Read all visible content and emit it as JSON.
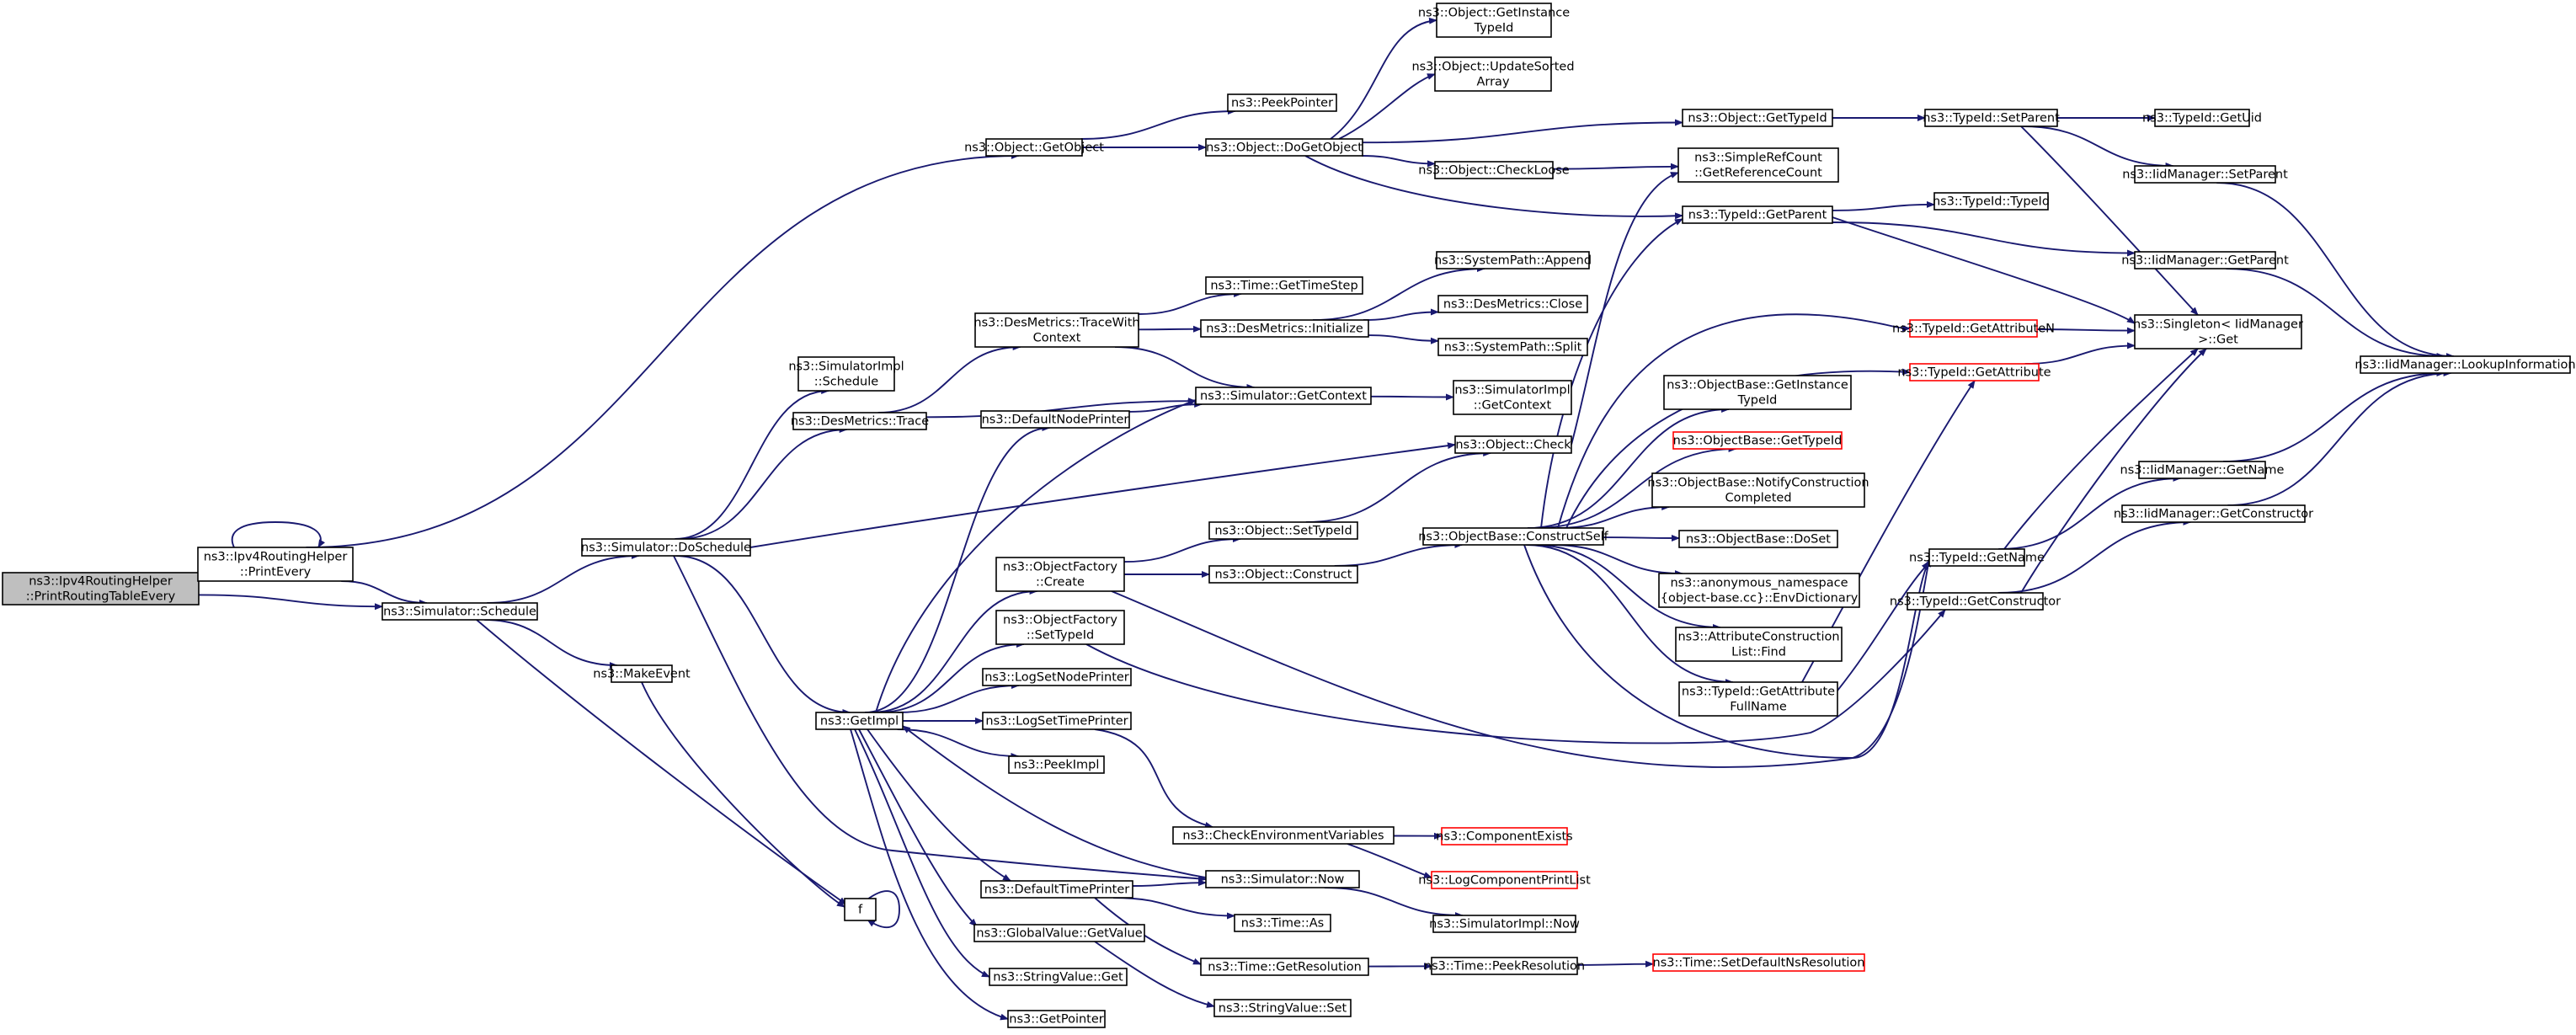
{
  "colors": {
    "edge": "#191970",
    "node_border": "#000000",
    "node_border_truncated": "#ff0000",
    "node_fill": "#ffffff",
    "root_fill": "#bfbfbf"
  },
  "nodes": {
    "n0": {
      "lines": [
        "ns3::Ipv4RoutingHelper",
        "::PrintRoutingTableEvery"
      ],
      "root": true
    },
    "n1": {
      "lines": [
        "ns3::Ipv4RoutingHelper",
        "::PrintEvery"
      ]
    },
    "n2": {
      "lines": [
        "ns3::Simulator::Schedule"
      ]
    },
    "n3": {
      "lines": [
        "ns3::Object::GetObject"
      ]
    },
    "n4": {
      "lines": [
        "ns3::Simulator::DoSchedule"
      ]
    },
    "n5": {
      "lines": [
        "ns3::MakeEvent"
      ]
    },
    "n6": {
      "lines": [
        "f"
      ]
    },
    "n7": {
      "lines": [
        "ns3::SimulatorImpl",
        "::Schedule"
      ]
    },
    "n8": {
      "lines": [
        "ns3::DesMetrics::Trace"
      ]
    },
    "n9": {
      "lines": [
        "ns3::GetImpl"
      ]
    },
    "n10": {
      "lines": [
        "ns3::PeekPointer"
      ]
    },
    "n11": {
      "lines": [
        "ns3::Object::DoGetObject"
      ]
    },
    "n12": {
      "lines": [
        "ns3::DesMetrics::TraceWith",
        "Context"
      ]
    },
    "n13": {
      "lines": [
        "ns3::DefaultNodePrinter"
      ]
    },
    "n14": {
      "lines": [
        "ns3::ObjectFactory",
        "::Create"
      ]
    },
    "n15": {
      "lines": [
        "ns3::ObjectFactory",
        "::SetTypeId"
      ]
    },
    "n16": {
      "lines": [
        "ns3::LogSetNodePrinter"
      ]
    },
    "n17": {
      "lines": [
        "ns3::LogSetTimePrinter"
      ]
    },
    "n18": {
      "lines": [
        "ns3::PeekImpl"
      ]
    },
    "n19": {
      "lines": [
        "ns3::DefaultTimePrinter"
      ]
    },
    "n20": {
      "lines": [
        "ns3::GlobalValue::GetValue"
      ]
    },
    "n21": {
      "lines": [
        "ns3::StringValue::Get"
      ]
    },
    "n22": {
      "lines": [
        "ns3::GetPointer"
      ]
    },
    "n23": {
      "lines": [
        "ns3::Time::GetTimeStep"
      ]
    },
    "n24": {
      "lines": [
        "ns3::DesMetrics::Initialize"
      ]
    },
    "n25": {
      "lines": [
        "ns3::Simulator::GetContext"
      ]
    },
    "n26": {
      "lines": [
        "ns3::Object::SetTypeId"
      ]
    },
    "n27": {
      "lines": [
        "ns3::Object::Construct"
      ]
    },
    "n28": {
      "lines": [
        "ns3::CheckEnvironmentVariables"
      ]
    },
    "n29": {
      "lines": [
        "ns3::Simulator::Now"
      ]
    },
    "n30": {
      "lines": [
        "ns3::Time::As"
      ]
    },
    "n31": {
      "lines": [
        "ns3::Time::GetResolution"
      ]
    },
    "n32": {
      "lines": [
        "ns3::StringValue::Set"
      ]
    },
    "n33": {
      "lines": [
        "ns3::Object::GetInstance",
        "TypeId"
      ]
    },
    "n34": {
      "lines": [
        "ns3::Object::UpdateSorted",
        "Array"
      ]
    },
    "n35": {
      "lines": [
        "ns3::Object::CheckLoose"
      ]
    },
    "n36": {
      "lines": [
        "ns3::SystemPath::Append"
      ]
    },
    "n37": {
      "lines": [
        "ns3::DesMetrics::Close"
      ]
    },
    "n38": {
      "lines": [
        "ns3::SystemPath::Split"
      ]
    },
    "n39": {
      "lines": [
        "ns3::SimulatorImpl",
        "::GetContext"
      ]
    },
    "n40": {
      "lines": [
        "ns3::Object::Check"
      ]
    },
    "n41": {
      "lines": [
        "ns3::ObjectBase::ConstructSelf"
      ]
    },
    "n42": {
      "lines": [
        "ns3::ComponentExists"
      ],
      "truncated": true
    },
    "n43": {
      "lines": [
        "ns3::LogComponentPrintList"
      ],
      "truncated": true
    },
    "n44": {
      "lines": [
        "ns3::SimulatorImpl::Now"
      ]
    },
    "n45": {
      "lines": [
        "ns3::Time::PeekResolution"
      ]
    },
    "n46": {
      "lines": [
        "ns3::Object::GetTypeId"
      ]
    },
    "n47": {
      "lines": [
        "ns3::SimpleRefCount",
        "::GetReferenceCount"
      ]
    },
    "n48": {
      "lines": [
        "ns3::TypeId::GetParent"
      ]
    },
    "n49": {
      "lines": [
        "ns3::ObjectBase::GetInstance",
        "TypeId"
      ]
    },
    "n50": {
      "lines": [
        "ns3::ObjectBase::GetTypeId"
      ],
      "truncated": true
    },
    "n51": {
      "lines": [
        "ns3::ObjectBase::NotifyConstruction",
        "Completed"
      ]
    },
    "n52": {
      "lines": [
        "ns3::ObjectBase::DoSet"
      ]
    },
    "n53": {
      "lines": [
        "ns3::anonymous_namespace",
        "{object-base.cc}::EnvDictionary"
      ]
    },
    "n54": {
      "lines": [
        "ns3::AttributeConstruction",
        "List::Find"
      ]
    },
    "n55": {
      "lines": [
        "ns3::TypeId::GetAttribute",
        "FullName"
      ]
    },
    "n56": {
      "lines": [
        "ns3::Time::SetDefaultNsResolution"
      ],
      "truncated": true
    },
    "n57": {
      "lines": [
        "ns3::TypeId::SetParent"
      ]
    },
    "n58": {
      "lines": [
        "ns3::TypeId::TypeId"
      ]
    },
    "n59": {
      "lines": [
        "ns3::TypeId::GetAttributeN"
      ],
      "truncated": true
    },
    "n60": {
      "lines": [
        "ns3::TypeId::GetAttribute"
      ],
      "truncated": true
    },
    "n61": {
      "lines": [
        "ns3::TypeId::GetName"
      ]
    },
    "n62": {
      "lines": [
        "ns3::TypeId::GetConstructor"
      ]
    },
    "n63": {
      "lines": [
        "ns3::TypeId::GetUid"
      ]
    },
    "n64": {
      "lines": [
        "ns3::IidManager::SetParent"
      ]
    },
    "n65": {
      "lines": [
        "ns3::IidManager::GetParent"
      ]
    },
    "n66": {
      "lines": [
        "ns3::Singleton< IidManager",
        " >::Get"
      ]
    },
    "n67": {
      "lines": [
        "ns3::IidManager::GetName"
      ]
    },
    "n68": {
      "lines": [
        "ns3::IidManager::GetConstructor"
      ]
    },
    "n69": {
      "lines": [
        "ns3::IidManager::LookupInformation"
      ]
    }
  },
  "edges": [
    [
      "n0",
      "n1"
    ],
    [
      "n0",
      "n2"
    ],
    [
      "n1",
      "n1"
    ],
    [
      "n1",
      "n3"
    ],
    [
      "n1",
      "n2"
    ],
    [
      "n2",
      "n4"
    ],
    [
      "n2",
      "n5"
    ],
    [
      "n2",
      "n6"
    ],
    [
      "n5",
      "n6"
    ],
    [
      "n6",
      "n6"
    ],
    [
      "n4",
      "n7"
    ],
    [
      "n4",
      "n8"
    ],
    [
      "n4",
      "n9"
    ],
    [
      "n4",
      "n29"
    ],
    [
      "n4",
      "n40"
    ],
    [
      "n3",
      "n10"
    ],
    [
      "n3",
      "n11"
    ],
    [
      "n8",
      "n12"
    ],
    [
      "n8",
      "n25"
    ],
    [
      "n12",
      "n23"
    ],
    [
      "n12",
      "n24"
    ],
    [
      "n12",
      "n25"
    ],
    [
      "n24",
      "n36"
    ],
    [
      "n24",
      "n37"
    ],
    [
      "n24",
      "n38"
    ],
    [
      "n25",
      "n39"
    ],
    [
      "n9",
      "n13"
    ],
    [
      "n9",
      "n14"
    ],
    [
      "n9",
      "n15"
    ],
    [
      "n9",
      "n16"
    ],
    [
      "n9",
      "n17"
    ],
    [
      "n9",
      "n18"
    ],
    [
      "n9",
      "n19"
    ],
    [
      "n9",
      "n20"
    ],
    [
      "n9",
      "n21"
    ],
    [
      "n9",
      "n22"
    ],
    [
      "n9",
      "n25"
    ],
    [
      "n13",
      "n25"
    ],
    [
      "n14",
      "n26"
    ],
    [
      "n14",
      "n27"
    ],
    [
      "n14",
      "n61"
    ],
    [
      "n15",
      "n62"
    ],
    [
      "n17",
      "n28"
    ],
    [
      "n28",
      "n42"
    ],
    [
      "n28",
      "n43"
    ],
    [
      "n19",
      "n29"
    ],
    [
      "n19",
      "n30"
    ],
    [
      "n19",
      "n31"
    ],
    [
      "n20",
      "n32"
    ],
    [
      "n29",
      "n9"
    ],
    [
      "n29",
      "n44"
    ],
    [
      "n31",
      "n45"
    ],
    [
      "n45",
      "n56"
    ],
    [
      "n11",
      "n33"
    ],
    [
      "n11",
      "n34"
    ],
    [
      "n11",
      "n35"
    ],
    [
      "n11",
      "n46"
    ],
    [
      "n11",
      "n48"
    ],
    [
      "n35",
      "n47"
    ],
    [
      "n26",
      "n40"
    ],
    [
      "n40",
      "n47"
    ],
    [
      "n27",
      "n41"
    ],
    [
      "n41",
      "n48"
    ],
    [
      "n41",
      "n49"
    ],
    [
      "n41",
      "n50"
    ],
    [
      "n41",
      "n51"
    ],
    [
      "n41",
      "n52"
    ],
    [
      "n41",
      "n53"
    ],
    [
      "n41",
      "n54"
    ],
    [
      "n41",
      "n55"
    ],
    [
      "n41",
      "n59"
    ],
    [
      "n41",
      "n60"
    ],
    [
      "n41",
      "n61"
    ],
    [
      "n55",
      "n61"
    ],
    [
      "n55",
      "n60"
    ],
    [
      "n46",
      "n57"
    ],
    [
      "n57",
      "n63"
    ],
    [
      "n57",
      "n64"
    ],
    [
      "n57",
      "n66"
    ],
    [
      "n48",
      "n58"
    ],
    [
      "n48",
      "n65"
    ],
    [
      "n48",
      "n66"
    ],
    [
      "n59",
      "n66"
    ],
    [
      "n60",
      "n66"
    ],
    [
      "n61",
      "n66"
    ],
    [
      "n61",
      "n67"
    ],
    [
      "n62",
      "n66"
    ],
    [
      "n62",
      "n68"
    ],
    [
      "n64",
      "n69"
    ],
    [
      "n65",
      "n69"
    ],
    [
      "n67",
      "n69"
    ],
    [
      "n68",
      "n69"
    ]
  ]
}
